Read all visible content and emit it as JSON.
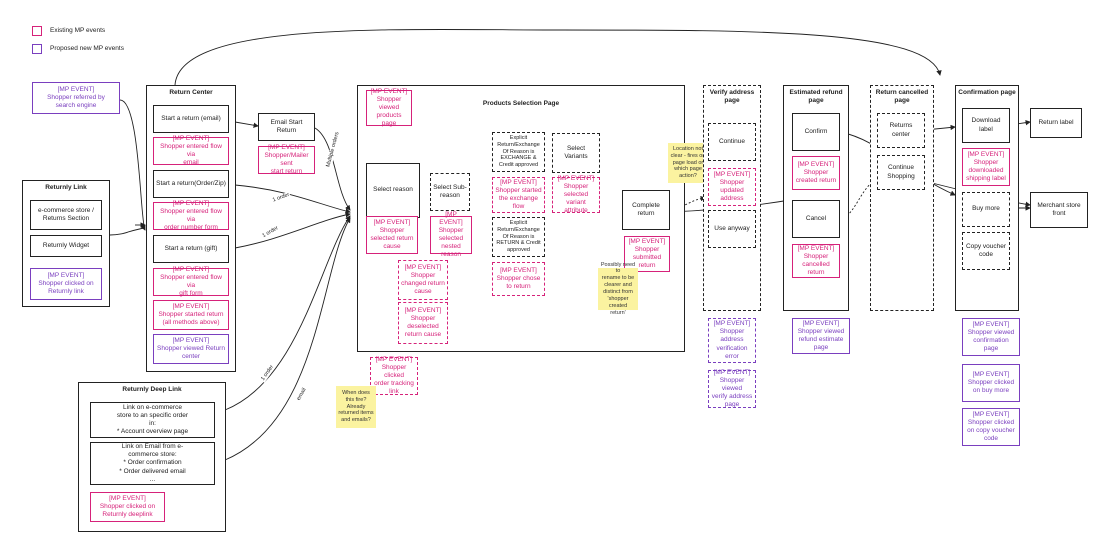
{
  "legend": {
    "existing": "Existing MP events",
    "proposed": "Proposed new MP events",
    "existing_color": "#d6227a",
    "proposed_color": "#7a3fbf"
  },
  "returnly_link": {
    "title": "Returnly Link",
    "ecommerce": "e-commerce store /\nReturns Section",
    "widget": "Returnly Widget",
    "event": "[MP EVENT]\nShopper clicked on\nReturnly link"
  },
  "search_event": "[MP EVENT]\nShopper referred by\nsearch engine",
  "return_center": {
    "title": "Return Center",
    "start_email": "Start a return (email)",
    "ev_email": "[MP EVENT]\nShopper entered flow via\nemail",
    "start_orderzip": "Start a return(Order/Zip)",
    "ev_orderzip": "[MP EVENT]\nShopper entered flow via\norder number form",
    "start_gift": "Start a return (gift)",
    "ev_gift": "[MP EVENT]\nShopper entered flow via\ngift form",
    "ev_started": "[MP EVENT]\nShopper started return\n(all methods above)",
    "ev_viewed": "[MP EVENT]\nShopper viewed Return\ncenter"
  },
  "email_start": "Email Start Return",
  "ev_mailer": "[MP EVENT]\nShopper/Mailer sent\nstart return",
  "edge_labels": {
    "multiple_orders": "Multiple orders",
    "order1": "1 order",
    "order2": "1 order",
    "order3": "1 order",
    "email": "email"
  },
  "deep_link": {
    "title": "Returnly Deep Link",
    "link1": "Link on e-commerce\nstore to an specific order\nin:\n* Account overview page",
    "link2": "Link on Email from e-\ncommerce store:\n* Order confirmation\n* Order delivered email\n...",
    "event": "[MP EVENT]\nShopper clicked on\nReturnly deeplink"
  },
  "products": {
    "title": "Products Selection Page",
    "ev_viewed": "[MP EVENT]\nShopper viewed\nproducts page",
    "select_reason": "Select reason",
    "select_subreason": "Select Sub-\nreason",
    "explicit_exchange": "Explicit\nReturn/Exchange\nOf Reason is\nEXCHANGE &\nCredit approved",
    "select_variants": "Select Variants",
    "ev_exchange_flow": "[MP EVENT]\nShopper started\nthe exchange\nflow",
    "ev_variant_attr": "[MP EVENT]\nShopper\nselected variant\nattribute",
    "complete_return": "Complete return",
    "ev_selected_cause": "[MP EVENT]\nShopper\nselected return\ncause",
    "ev_nested_reason": "[MP EVENT]\nShopper\nselected nested\nreason",
    "explicit_return": "Explicit\nReturn/Exchange\nOf Reason is\nRETURN & Credit\napproved",
    "ev_changed_cause": "[MP EVENT]\nShopper\nchanged return\ncause",
    "ev_deselected_cause": "[MP EVENT]\nShopper\ndeselected\nreturn cause",
    "ev_chose_return": "[MP EVENT]\nShopper chose\nto return",
    "ev_submitted": "[MP EVENT]\nShopper\nsubmitted\nreturn"
  },
  "ev_tracking": "[MP EVENT]\nShopper clicked\norder tracking\nlink",
  "note_fire": "When does\nthis fire?\nAlready\nreturned items\nand emails?",
  "note_unclear": "Location not\nclear - fires on\npage load or\nwhich page\naction?",
  "note_rename": "Possibly need to\nrename to be\nclearer and\ndistinct from\n'shopper created\nreturn'",
  "verify": {
    "title": "Verify address\npage",
    "continue": "Continue",
    "ev_updated": "[MP EVENT]\nShopper\nupdated\naddress",
    "use_anyway": "Use anyway",
    "ev_error": "[MP EVENT]\nShopper\naddress\nverification\nerror",
    "ev_viewed": "[MP EVENT]\nShopper viewed\nverify address\npage"
  },
  "refund": {
    "title": "Estimated refund\npage",
    "confirm": "Confirm",
    "ev_created": "[MP EVENT]\nShopper\ncreated return",
    "cancel": "Cancel",
    "ev_cancelled": "[MP EVENT]\nShopper\ncancelled return",
    "ev_viewed": "[MP EVENT]\nShopper viewed\nrefund estimate\npage"
  },
  "cancelled": {
    "title": "Return cancelled\npage",
    "returns_center": "Returns center",
    "continue_shopping": "Continue\nShopping"
  },
  "confirmation": {
    "title": "Confirmation page",
    "download_label": "Download label",
    "ev_downloaded": "[MP EVENT]\nShopper\ndownloaded\nshipping label",
    "buy_more": "Buy more",
    "copy_voucher": "Copy voucher\ncode",
    "ev_viewed": "[MP EVENT]\nShopper viewed\nconfirmation\npage",
    "ev_buy_more": "[MP EVENT]\nShopper clicked\non buy more",
    "ev_copy": "[MP EVENT]\nShopper clicked\non copy voucher\ncode"
  },
  "return_label": "Return label",
  "merchant_store": "Merchant store\nfront"
}
